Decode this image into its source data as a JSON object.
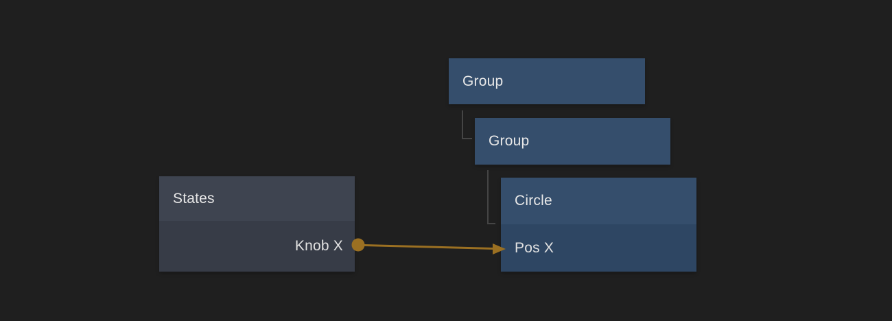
{
  "canvas": {
    "background_color": "#1f1f1f",
    "tree_connector_color": "#454545",
    "text_color": "#e8e8e8"
  },
  "nodes": [
    {
      "title": "Group",
      "kind": "group",
      "header_color": "#354e6c"
    },
    {
      "title": "Group",
      "kind": "group",
      "header_color": "#354e6c"
    },
    {
      "title": "Circle",
      "kind": "shape",
      "header_color": "#354e6c",
      "body_color": "#2e4663",
      "ports": [
        {
          "label": "Pos X",
          "direction": "input"
        }
      ]
    },
    {
      "title": "States",
      "kind": "states",
      "header_color": "#3e4450",
      "body_color": "#373c47",
      "ports": [
        {
          "label": "Knob X",
          "direction": "output"
        }
      ]
    }
  ],
  "connection": {
    "color": "#9b7022",
    "from_node": "States",
    "from_port": "Knob X",
    "to_node": "Circle",
    "to_port": "Pos X"
  }
}
